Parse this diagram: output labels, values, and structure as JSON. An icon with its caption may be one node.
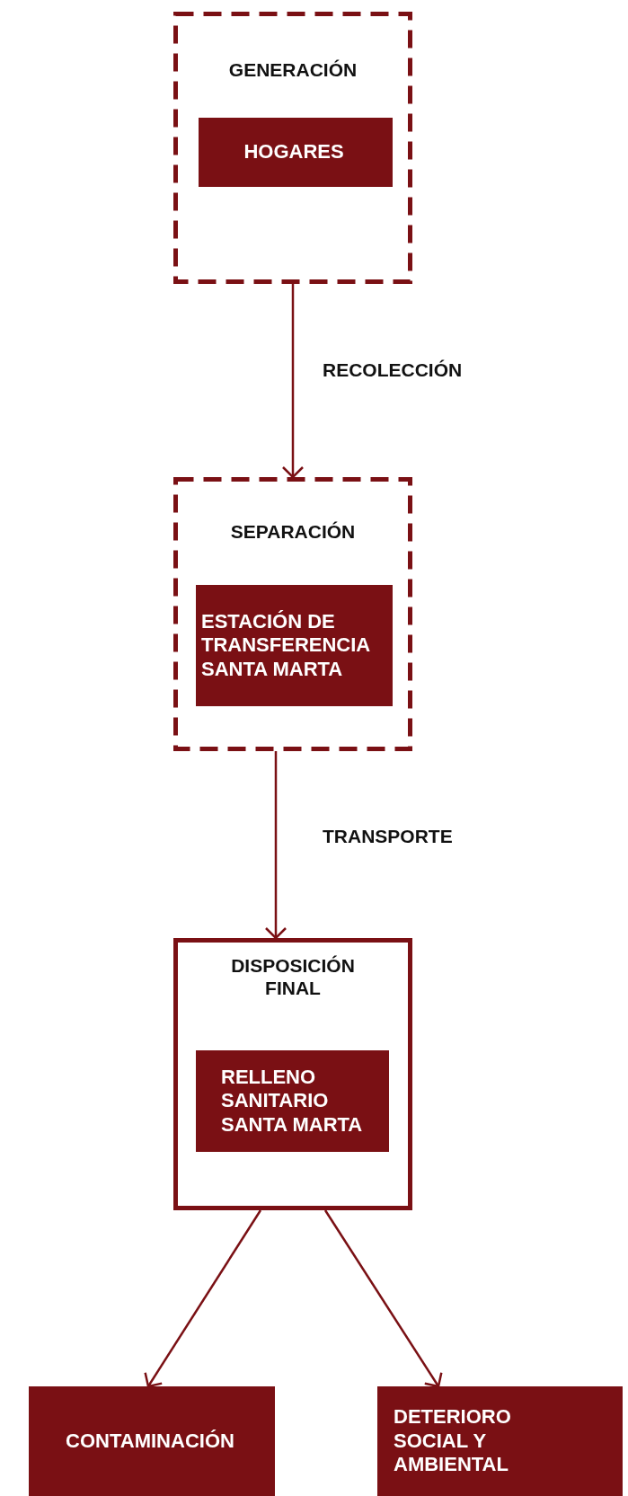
{
  "diagram": {
    "nodes": [
      {
        "text": [
          "GENERACIÓN"
        ]
      },
      {
        "text": [
          "HOGARES"
        ],
        "in": 0
      },
      {
        "text": [
          "SEPARACIÓN"
        ]
      },
      {
        "text": [
          "ESTACIÓN DE TRANSFERENCIA SANTA MARTA"
        ],
        "in": 2
      },
      {
        "text": [
          "DISPOSICIÓN FINAL"
        ]
      },
      {
        "text": [
          "RELLENO SANITARIO SANTA MARTA"
        ],
        "in": 4
      },
      {
        "text": [
          "CONTAMINACIÓN"
        ]
      },
      {
        "text": [
          "DETERIORO SOCIAL Y AMBIENTAL"
        ]
      }
    ],
    "edges": [
      {
        "from": 0,
        "to": 2,
        "arrow": "to",
        "label": "RECOLECCIÓN"
      },
      {
        "from": 2,
        "to": 4,
        "arrow": "to",
        "label": "TRANSPORTE"
      },
      {
        "from": 4,
        "to": 6,
        "arrow": "to"
      },
      {
        "from": 4,
        "to": 7,
        "arrow": "to"
      }
    ]
  }
}
